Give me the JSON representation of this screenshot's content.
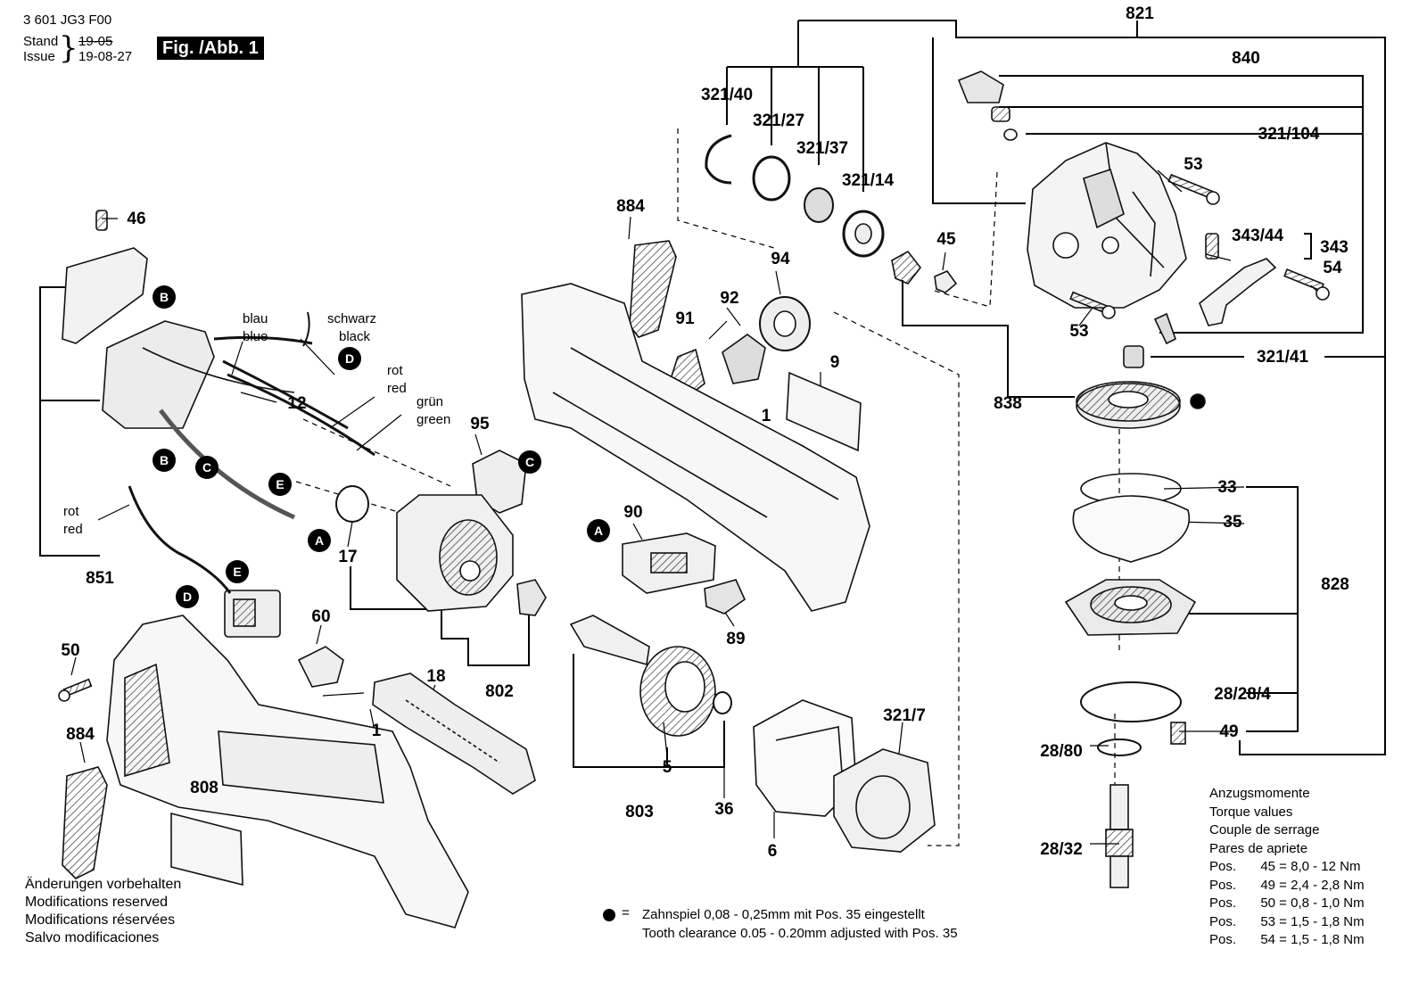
{
  "header": {
    "doc_code": "3 601 JG3 F00",
    "stand_label": "Stand",
    "issue_label": "Issue",
    "stand_date_old": "19-05",
    "issue_date": "19-08-27",
    "figure_badge": "Fig. /Abb. 1"
  },
  "notice_lines": [
    "Änderungen vorbehalten",
    "Modifications reserved",
    "Modifications réservées",
    "Salvo modificaciones"
  ],
  "footnote": {
    "symbol": "=",
    "line1": "Zahnspiel 0,08 - 0,25mm mit Pos. 35 eingestellt",
    "line2": "Tooth clearance 0.05 - 0.20mm adjusted with Pos. 35"
  },
  "torque": {
    "headings": [
      "Anzugsmomente",
      "Torque values",
      "Couple de serrage",
      "Pares de apriete"
    ],
    "rows": [
      {
        "pos_label": "Pos.",
        "pos": "45",
        "value": "= 8,0 - 12  Nm"
      },
      {
        "pos_label": "Pos.",
        "pos": "49",
        "value": "= 2,4 - 2,8 Nm"
      },
      {
        "pos_label": "Pos.",
        "pos": "50",
        "value": "= 0,8 - 1,0 Nm"
      },
      {
        "pos_label": "Pos.",
        "pos": "53",
        "value": "= 1,5 - 1,8 Nm"
      },
      {
        "pos_label": "Pos.",
        "pos": "54",
        "value": "= 1,5 - 1,8 Nm"
      }
    ]
  },
  "wire_labels": {
    "blau": "blau",
    "blue": "blue",
    "schwarz": "schwarz",
    "black": "black",
    "rot_top": "rot",
    "red_top": "red",
    "gruen": "grün",
    "green": "green",
    "rot_left": "rot",
    "red_left": "red"
  },
  "keys": {
    "A": "A",
    "B": "B",
    "C": "C",
    "D": "D",
    "E": "E"
  },
  "parts": {
    "p821": "821",
    "p840": "840",
    "p321_104": "321/104",
    "p53a": "53",
    "p343_44": "343/44",
    "p343": "343",
    "p54": "54",
    "p53b": "53",
    "p321_41": "321/41",
    "p838": "838",
    "p33": "33",
    "p35": "35",
    "p828": "828",
    "p28_28_4": "28/28/4",
    "p49": "49",
    "p28_80": "28/80",
    "p28_32": "28/32",
    "p321_40": "321/40",
    "p321_27": "321/27",
    "p321_37": "321/37",
    "p321_14": "321/14",
    "p45": "45",
    "p94": "94",
    "p884a": "884",
    "p92": "92",
    "p91": "91",
    "p9": "9",
    "p1a": "1",
    "p95": "95",
    "p90": "90",
    "p89": "89",
    "p46": "46",
    "p12": "12",
    "p17": "17",
    "p851": "851",
    "p60": "60",
    "p50": "50",
    "p18": "18",
    "p802": "802",
    "p1b": "1",
    "p884b": "884",
    "p808": "808",
    "p5": "5",
    "p36": "36",
    "p803": "803",
    "p6": "6",
    "p321_7": "321/7"
  }
}
